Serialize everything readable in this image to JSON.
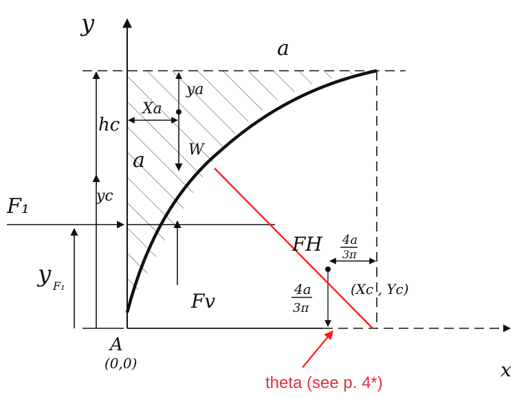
{
  "colors": {
    "ink": "#111111",
    "accent": "#ff1a1a",
    "caption": "#e0303a",
    "hatch": "#444444"
  },
  "axes": {
    "y_label": "y",
    "x_label": "x",
    "origin_label_A": "A",
    "origin_label_coords": "(0,0)"
  },
  "labels": {
    "a_top": "a",
    "a_left": "a",
    "h_c": "hc",
    "x_a": "Xa",
    "y_a": "ya",
    "w": "W",
    "y_c_left": "yc",
    "F_1": "F₁",
    "y_F1": "y",
    "y_F1_sub": "F₁",
    "F_H": "FH",
    "F_V": "Fv",
    "four_a_3pi_top_num": "4a",
    "four_a_3pi_top_den": "3π",
    "four_a_3pi_bot_num": "4a",
    "four_a_3pi_bot_den": "3π",
    "centroid": "(Xc , Yc)"
  },
  "annotation": {
    "text": "theta (see p. 4*)"
  }
}
